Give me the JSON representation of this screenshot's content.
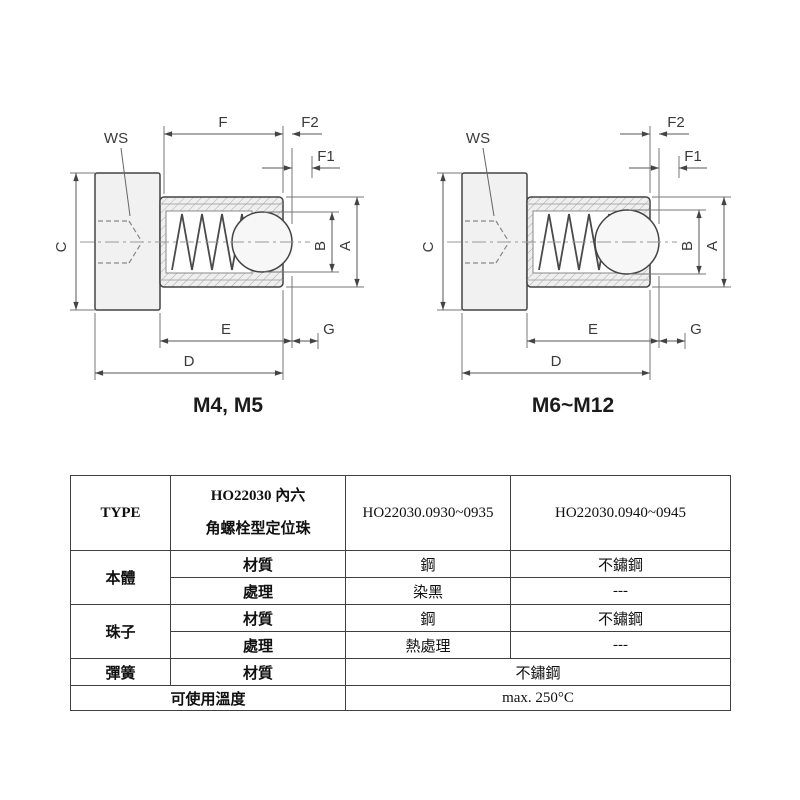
{
  "drawings": {
    "left": {
      "caption": "M4, M5",
      "dims": {
        "ws": "WS",
        "f": "F",
        "f2": "F2",
        "f1": "F1",
        "c": "C",
        "b": "B",
        "a": "A",
        "e": "E",
        "g": "G",
        "d": "D"
      }
    },
    "right": {
      "caption": "M6~M12",
      "dims": {
        "ws": "WS",
        "f2": "F2",
        "f1": "F1",
        "c": "C",
        "b": "B",
        "a": "A",
        "e": "E",
        "g": "G",
        "d": "D"
      }
    }
  },
  "table": {
    "header": {
      "type_label": "TYPE",
      "product_name": "HO22030 內六\n角螺栓型定位珠",
      "model_a": "HO22030.0930~0935",
      "model_b": "HO22030.0940~0945"
    },
    "labels": {
      "body": "本體",
      "ball": "珠子",
      "spring": "彈簧",
      "material": "材質",
      "treatment": "處理",
      "temperature": "可使用溫度"
    },
    "values": {
      "body_material_a": "鋼",
      "body_material_b": "不鏽鋼",
      "body_treatment_a": "染黑",
      "body_treatment_b": "---",
      "ball_material_a": "鋼",
      "ball_material_b": "不鏽鋼",
      "ball_treatment_a": "熱處理",
      "ball_treatment_b": "---",
      "spring_material": "不鏽鋼",
      "temperature_max": "max. 250°C"
    }
  }
}
